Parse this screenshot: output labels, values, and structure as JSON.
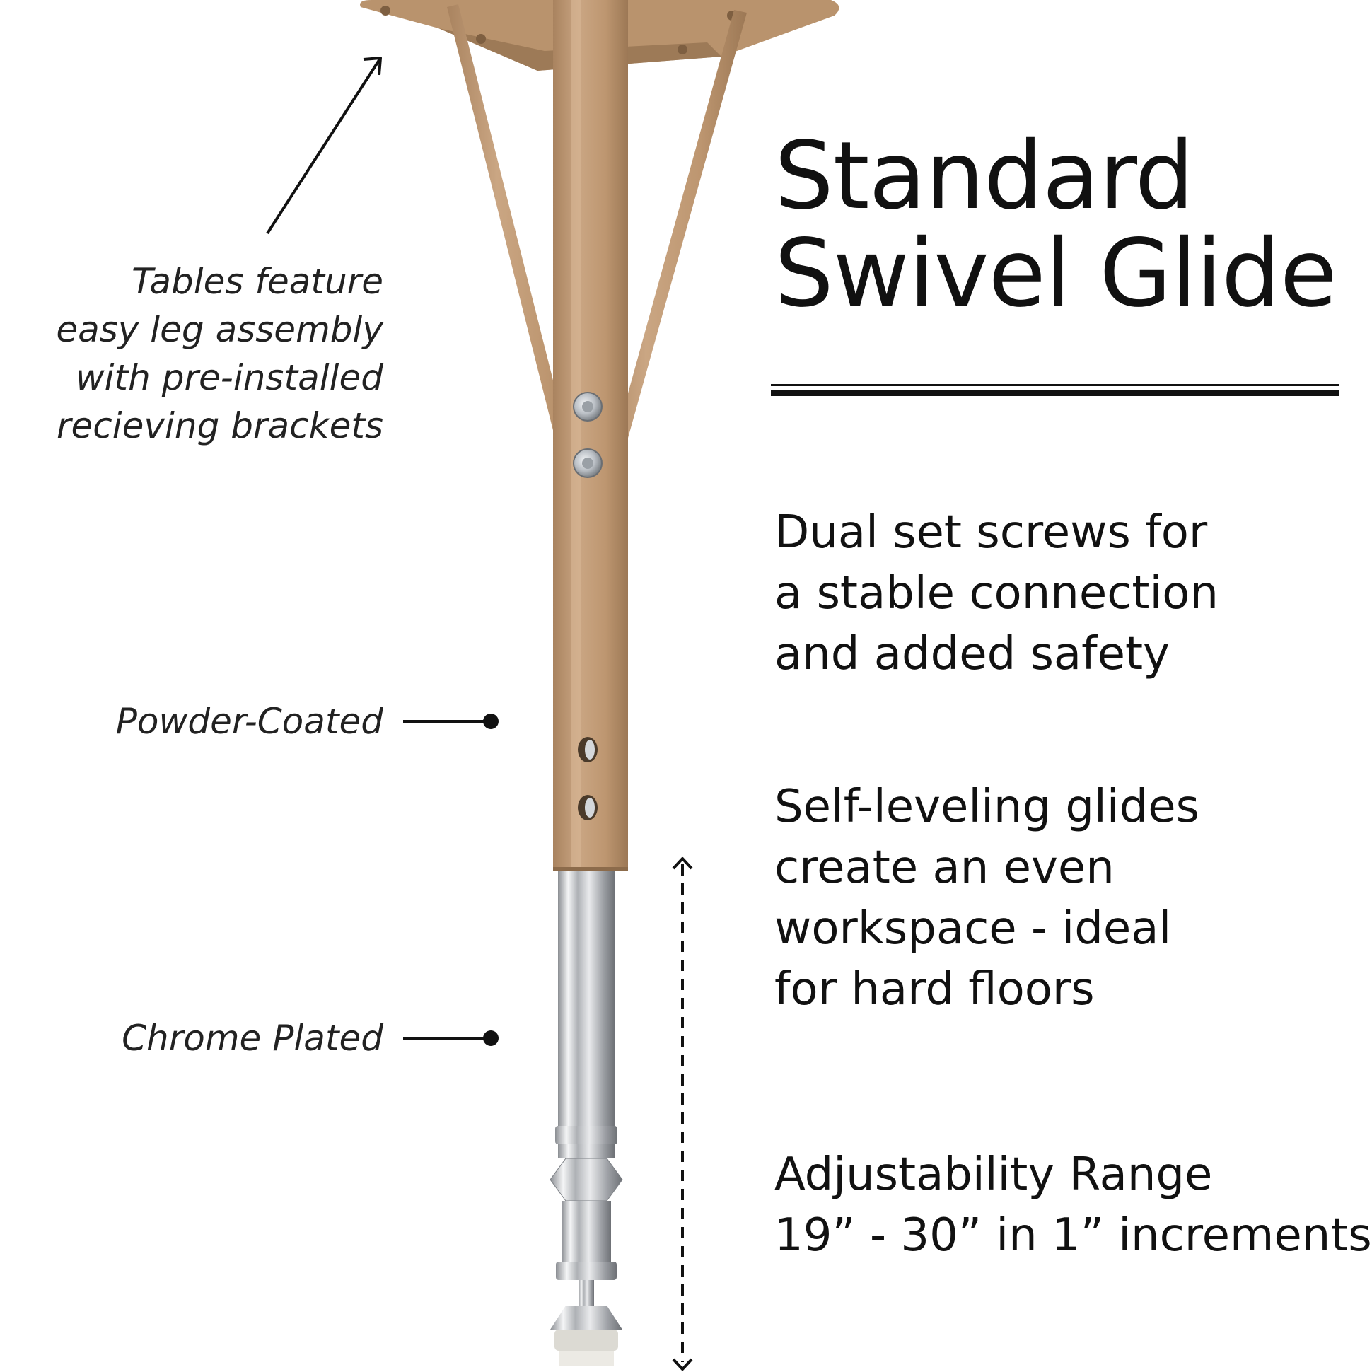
{
  "title": {
    "line1": "Standard",
    "line2": "Swivel Glide"
  },
  "callouts": {
    "assembly": [
      "Tables feature",
      "easy leg assembly",
      "with pre-installed",
      "recieving brackets"
    ],
    "powder": "Powder-Coated",
    "chrome": "Chrome Plated"
  },
  "features": {
    "screws": [
      "Dual set screws for",
      "a stable connection",
      "and added safety"
    ],
    "glides": [
      "Self-leveling glides",
      "create an even",
      "workspace - ideal",
      "for hard floors"
    ],
    "range": [
      "Adjustability Range",
      "19” - 30” in 1” increments"
    ]
  },
  "colors": {
    "powder_coat": "#c29d78",
    "chrome": "#d7d9dc",
    "ink": "#111111"
  }
}
